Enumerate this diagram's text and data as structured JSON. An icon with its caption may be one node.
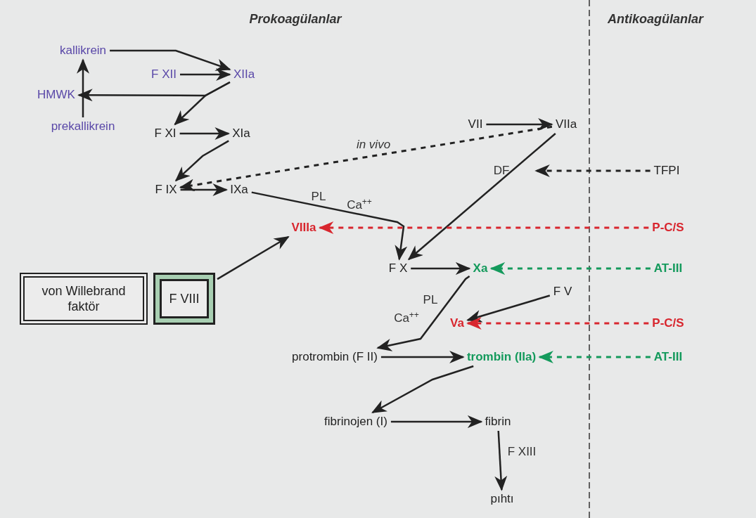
{
  "diagram": {
    "nodes": [
      {
        "text": [
          "kallikrein"
        ]
      },
      {
        "text": [
          "F XII"
        ]
      },
      {
        "text": [
          "XIIa"
        ]
      },
      {
        "text": [
          "HMWK"
        ]
      },
      {
        "text": [
          "prekallikrein"
        ]
      },
      {
        "text": [
          "F XI"
        ]
      },
      {
        "text": [
          "XIa"
        ]
      },
      {
        "text": [
          "F IX"
        ]
      },
      {
        "text": [
          "IXa"
        ]
      },
      {
        "text": [
          "VII"
        ]
      },
      {
        "text": [
          "VIIa"
        ]
      },
      {
        "text": [
          "TFPI"
        ]
      },
      {
        "text": [
          "VIIIa"
        ]
      },
      {
        "text": [
          "von Willebrand faktör"
        ]
      },
      {
        "text": [
          "F VIII"
        ]
      },
      {
        "text": [
          "F X"
        ]
      },
      {
        "text": [
          "Xa"
        ]
      },
      {
        "text": [
          "P-C/S"
        ]
      },
      {
        "text": [
          "AT-III"
        ]
      },
      {
        "text": [
          "F V"
        ]
      },
      {
        "text": [
          "Va"
        ]
      },
      {
        "text": [
          "P-C/S"
        ]
      },
      {
        "text": [
          "protrombin (F II)"
        ]
      },
      {
        "text": [
          "trombin (IIa)"
        ]
      },
      {
        "text": [
          "AT-III"
        ]
      },
      {
        "text": [
          "fibrinojen (I)"
        ]
      },
      {
        "text": [
          "fibrin"
        ]
      },
      {
        "text": [
          "pıhtı"
        ]
      }
    ],
    "edges": [
      {
        "from": 0,
        "to": 2,
        "arrow": "to"
      },
      {
        "from": 1,
        "to": 2,
        "arrow": "to"
      },
      {
        "from": 2,
        "to": 3,
        "arrow": "to"
      },
      {
        "from": 2,
        "to": 5,
        "arrow": "to"
      },
      {
        "from": 4,
        "to": 0,
        "arrow": "to"
      },
      {
        "from": 5,
        "to": 6,
        "arrow": "to"
      },
      {
        "from": 6,
        "to": 7,
        "arrow": "to"
      },
      {
        "from": 10,
        "to": 7,
        "arrow": "to",
        "label": "in vivo",
        "style": "dashed"
      },
      {
        "from": 7,
        "to": 8,
        "arrow": "to"
      },
      {
        "from": 9,
        "to": 10,
        "arrow": "to"
      },
      {
        "from": 8,
        "to": 15,
        "arrow": "to"
      },
      {
        "from": 10,
        "to": 15,
        "arrow": "to",
        "label": "DF"
      },
      {
        "from": 11,
        "to": null,
        "arrow": "to",
        "style": "dashed"
      },
      {
        "from": 17,
        "to": 12,
        "arrow": "to",
        "style": "dashed",
        "color": "#d8262e"
      },
      {
        "from": 14,
        "to": 12,
        "arrow": "to"
      },
      {
        "from": 15,
        "to": 16,
        "arrow": "to"
      },
      {
        "from": 18,
        "to": 16,
        "arrow": "to",
        "style": "dashed",
        "color": "#149a5c"
      },
      {
        "from": 16,
        "to": 22,
        "arrow": "to"
      },
      {
        "from": 19,
        "to": 20,
        "arrow": "to"
      },
      {
        "from": 21,
        "to": 20,
        "arrow": "to",
        "style": "dashed",
        "color": "#d8262e"
      },
      {
        "from": 22,
        "to": 23,
        "arrow": "to"
      },
      {
        "from": 24,
        "to": 23,
        "arrow": "to",
        "style": "dashed",
        "color": "#149a5c"
      },
      {
        "from": 23,
        "to": 25,
        "arrow": "to"
      },
      {
        "from": 25,
        "to": 26,
        "arrow": "to"
      },
      {
        "from": 26,
        "to": 27,
        "arrow": "to",
        "label": "F XIII"
      }
    ],
    "labels": [
      "Prokoagülanlar",
      "Antikoagülanlar",
      "PL",
      "Ca$^{++}$",
      "PL",
      "Ca$^{++}$"
    ]
  }
}
